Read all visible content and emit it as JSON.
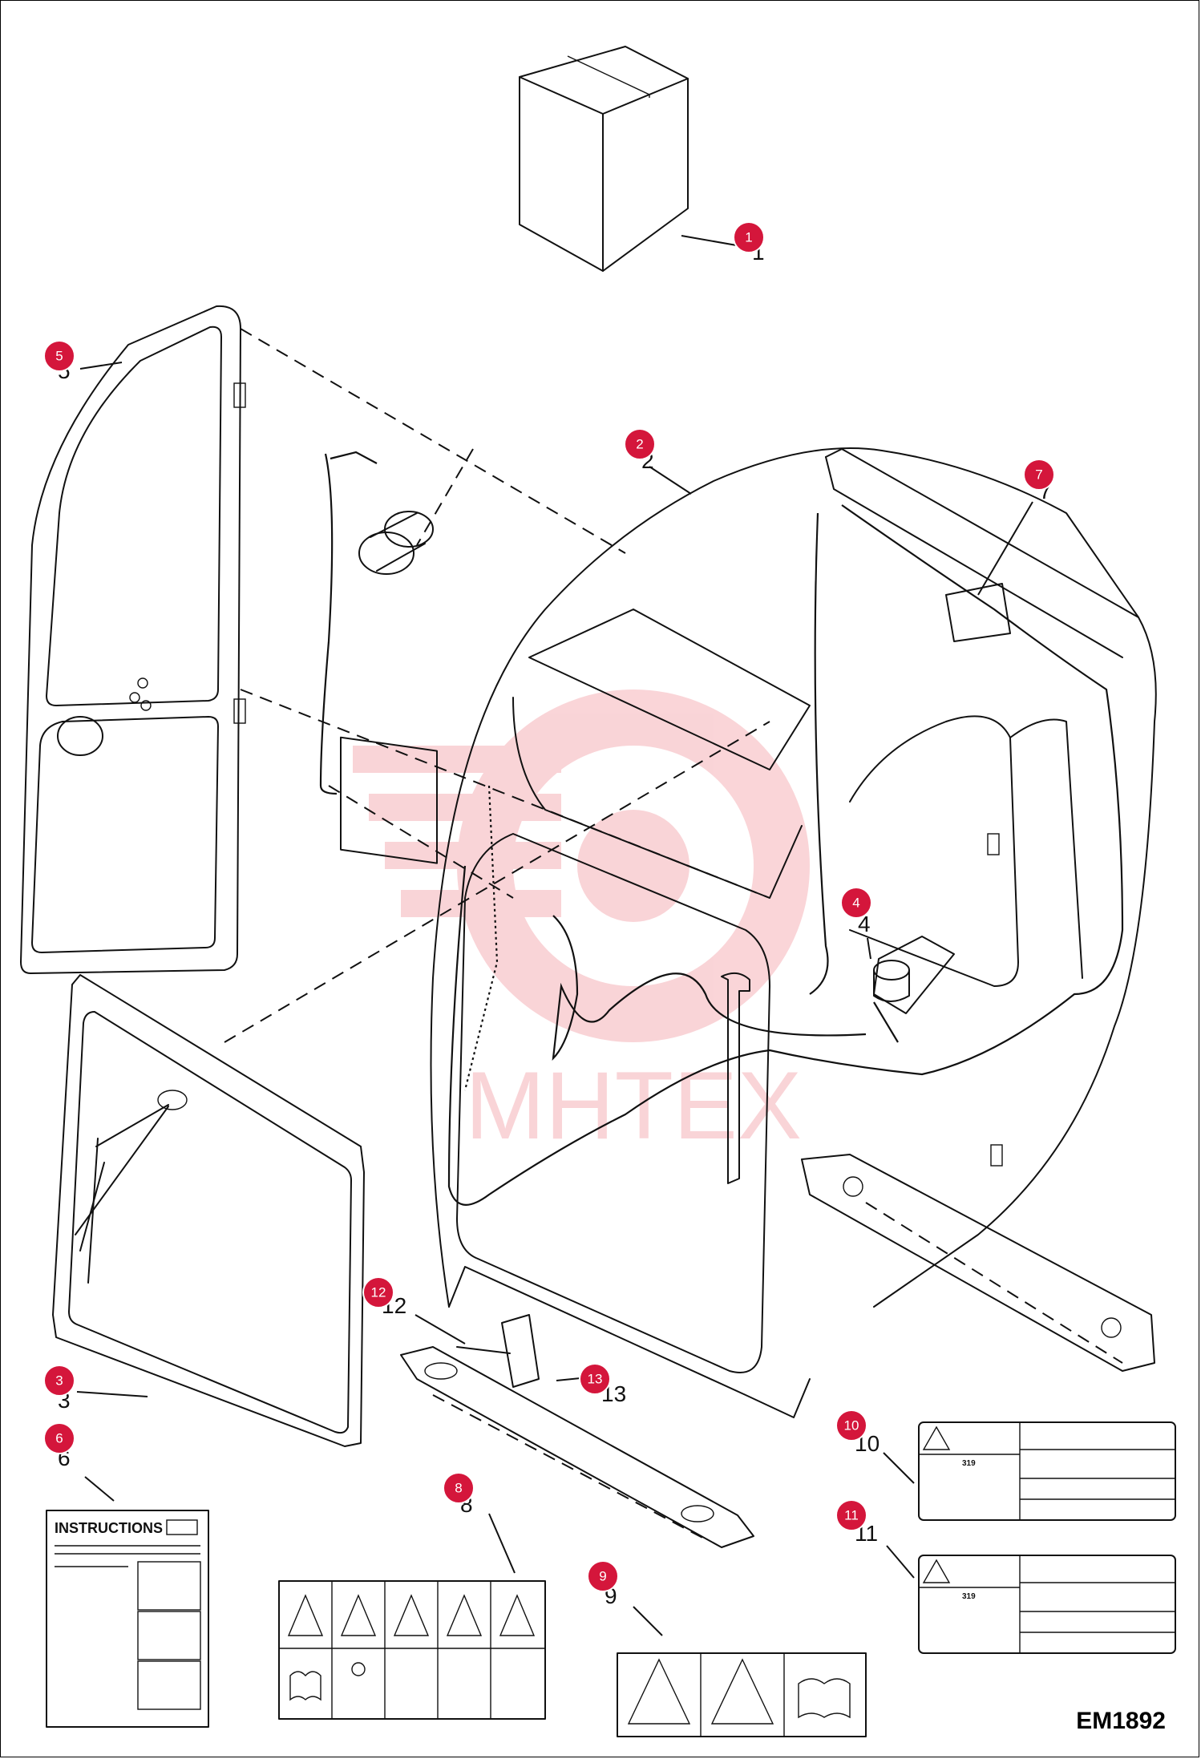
{
  "diagram": {
    "code": "EM1892",
    "watermark_text": "MHTEX",
    "instructions_label": "INSTRUCTIONS",
    "decal_model": "319",
    "callouts": [
      {
        "number": "1",
        "label": "1"
      },
      {
        "number": "2",
        "label": "2"
      },
      {
        "number": "3",
        "label": "3"
      },
      {
        "number": "4",
        "label": "4"
      },
      {
        "number": "5",
        "label": "5"
      },
      {
        "number": "6",
        "label": "6"
      },
      {
        "number": "7",
        "label": "7"
      },
      {
        "number": "8",
        "label": "8"
      },
      {
        "number": "9",
        "label": "9"
      },
      {
        "number": "10",
        "label": "10"
      },
      {
        "number": "11",
        "label": "11"
      },
      {
        "number": "12",
        "label": "12"
      },
      {
        "number": "13",
        "label": "13"
      }
    ],
    "colors": {
      "callout": "#d4163b",
      "watermark": "#e8404f",
      "ink": "#111111"
    }
  }
}
